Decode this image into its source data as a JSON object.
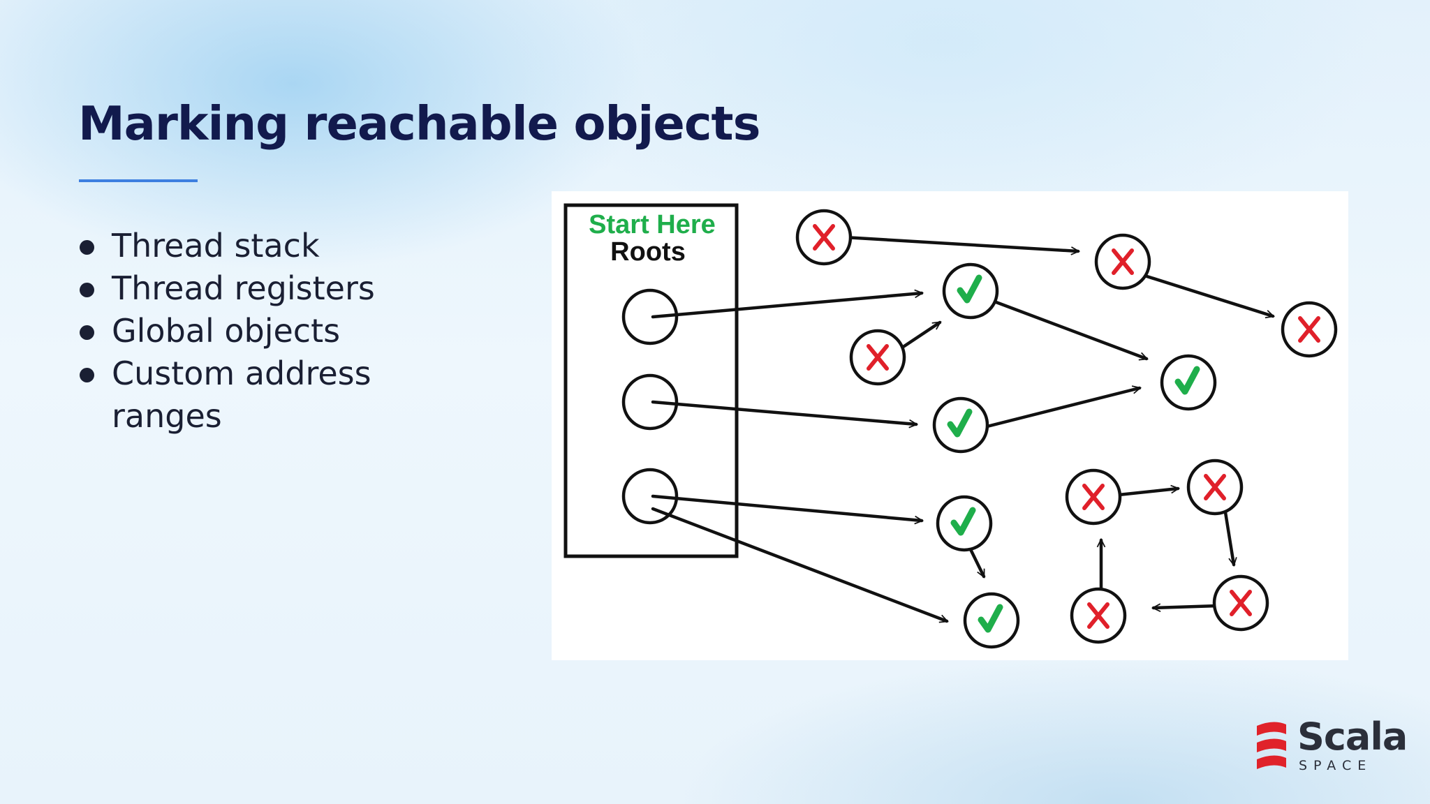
{
  "slide": {
    "title": "Marking reachable objects",
    "bullets": [
      "Thread stack",
      "Thread registers",
      "Global objects",
      "Custom address ranges"
    ]
  },
  "diagram": {
    "start_label": "Start Here",
    "roots_label": "Roots",
    "colors": {
      "start_label": "#1fae4b",
      "check": "#1fae4b",
      "cross": "#e0202a",
      "line": "#111111"
    },
    "legend_icons": [
      "circle-empty",
      "circle-check-icon",
      "circle-cross-icon"
    ]
  },
  "logo": {
    "name": "Scala",
    "subtitle": "SPACE",
    "color": "#e0222a"
  }
}
